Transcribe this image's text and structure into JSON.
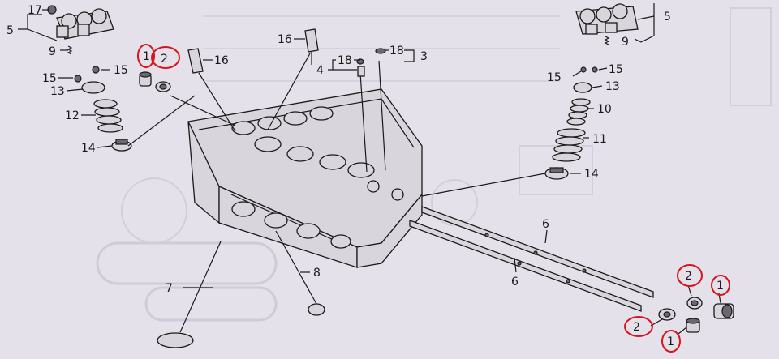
{
  "callouts": {
    "n1": "1",
    "n2": "2",
    "n3": "3",
    "n4": "4",
    "n5": "5",
    "n6": "6",
    "n7": "7",
    "n8": "8",
    "n9": "9",
    "n10": "10",
    "n11": "11",
    "n12": "12",
    "n13": "13",
    "n14": "14",
    "n15": "15",
    "n16": "16",
    "n17": "17",
    "n18": "18"
  },
  "colors": {
    "paper": "#e4e1ea",
    "ink": "#1a1a1a",
    "highlight_circle": "#d8141c",
    "watermark": "#c9c5d2"
  }
}
